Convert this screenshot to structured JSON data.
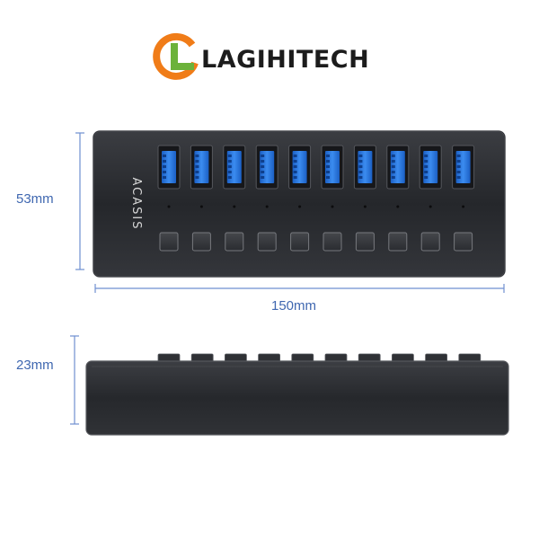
{
  "brand": {
    "name": "LAGIHITECH",
    "colors": {
      "ring": "#f07c18",
      "letter": "#6cb23a",
      "text": "#1c1c1c"
    }
  },
  "product": {
    "logo_text": "ACASIS",
    "port_count": 10,
    "button_count": 10
  },
  "dimensions": {
    "height": "53mm",
    "width": "150mm",
    "depth": "23mm"
  },
  "colors": {
    "dimension_line": "#6f8fd0",
    "dimension_text": "#3f67b0",
    "port_blue": "#2a73d9",
    "body": "#2b2d31"
  }
}
